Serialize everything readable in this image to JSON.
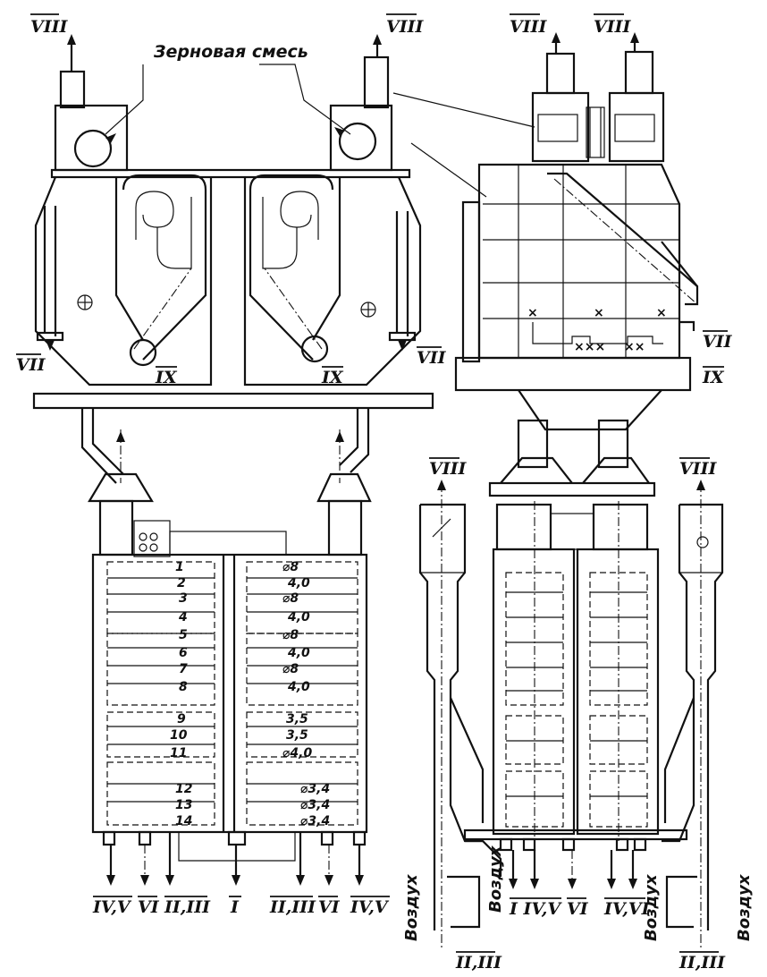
{
  "title_label": "Зерновая смесь",
  "stream_labels": {
    "viii": "VIII",
    "vii": "VII",
    "ix": "IX",
    "iv_v": "IV,V",
    "vi": "VI",
    "ii_iii": "II,III",
    "i": "I",
    "i_iv_v": "I IV,V",
    "iv_vi": "IV,VI",
    "vii_ix_top": "VII",
    "vii_ix_bottom": "IX"
  },
  "air_label": "Воздух",
  "left_sieve_numbers": [
    "1",
    "2",
    "3",
    "4",
    "5",
    "6",
    "7",
    "8",
    "9",
    "10",
    "11",
    "12",
    "13",
    "14"
  ],
  "right_sieve_sizes": [
    "⌀8",
    "4,0",
    "⌀8",
    "4,0",
    "⌀8",
    "4,0",
    "⌀8",
    "4,0",
    "3,5",
    "3,5",
    "⌀4,0",
    "⌀3,4",
    "⌀3,4",
    "⌀3,4"
  ]
}
